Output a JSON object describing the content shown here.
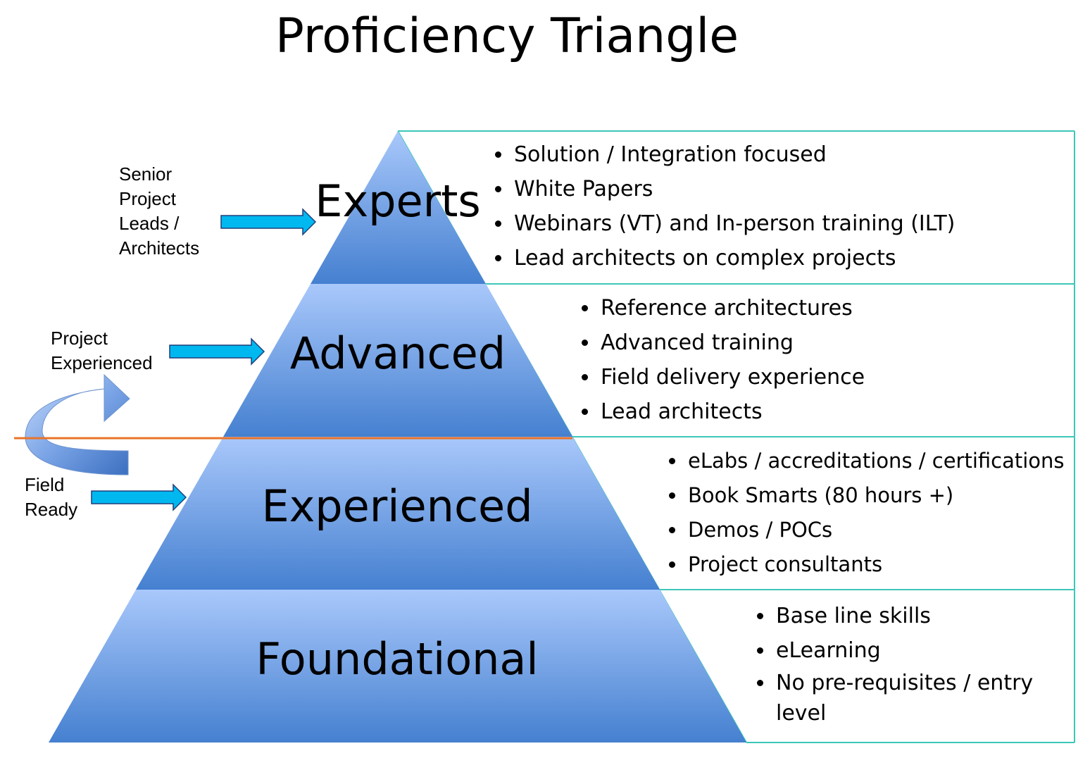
{
  "title": "Proficiency Triangle",
  "colors": {
    "tier_top": "#a9c8fb",
    "tier_bottom": "#4580d0",
    "arrow_fill": "#00b8f0",
    "arrow_stroke": "#1f3f7a",
    "box_border": "#3cc7b8",
    "divider": "#e8742a"
  },
  "tiers": [
    {
      "name": "Experts",
      "bullets": [
        "Solution / Integration focused",
        "White Papers",
        "Webinars (VT) and In-person training (ILT)",
        "Lead architects on complex projects"
      ]
    },
    {
      "name": "Advanced",
      "bullets": [
        "Reference architectures",
        "Advanced training",
        "Field delivery experience",
        "Lead architects"
      ]
    },
    {
      "name": "Experienced",
      "bullets": [
        "eLabs / accreditations / certifications",
        "Book Smarts (80 hours +)",
        "Demos / POCs",
        "Project consultants"
      ]
    },
    {
      "name": "Foundational",
      "bullets": [
        "Base line skills",
        "eLearning",
        "No pre-requisites / entry level"
      ]
    }
  ],
  "side_labels": {
    "senior": "Senior\nProject\nLeads /\nArchitects",
    "project": "Project\nExperienced",
    "field": "Field\nReady"
  }
}
